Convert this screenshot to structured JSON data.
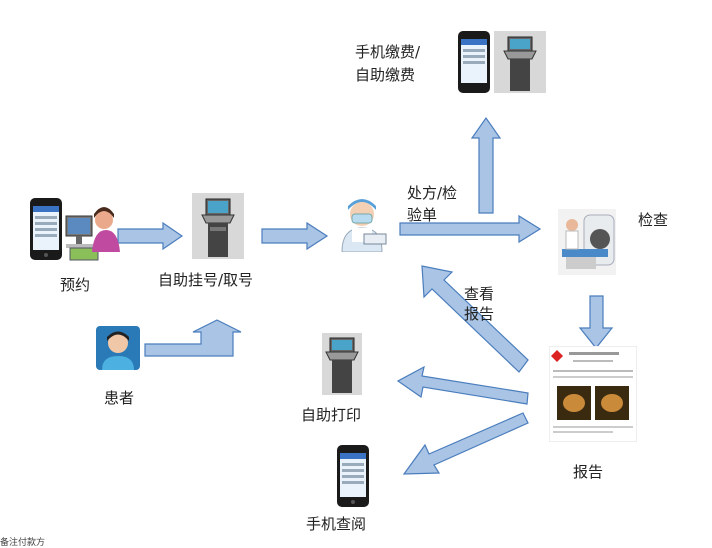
{
  "title": "",
  "nodes": {
    "appointment": {
      "label": "预约",
      "icon": "phone-and-user-at-computer"
    },
    "kiosk_register": {
      "label": "自助挂号/取号",
      "icon": "self-service-kiosk"
    },
    "doctor": {
      "label": "",
      "icon": "doctor"
    },
    "mobile_payment": {
      "label_line1": "手机缴费/",
      "label_line2": "自助缴费",
      "icon": "phone-and-kiosk"
    },
    "examination": {
      "label": "检查",
      "icon": "mri-scanner"
    },
    "report": {
      "label": "报告",
      "icon": "report-document"
    },
    "patient": {
      "label": "患者",
      "icon": "patient-avatar"
    },
    "self_print": {
      "label": "自助打印",
      "icon": "self-service-kiosk"
    },
    "mobile_view": {
      "label": "手机查阅",
      "icon": "phone"
    }
  },
  "edges": {
    "prescription_label_line1": "处方/检",
    "prescription_label_line2": "验单",
    "view_report_label_line1": "查看",
    "view_report_label_line2": "报告"
  },
  "colors": {
    "arrow_fill": "#a9c4e4",
    "arrow_stroke": "#4a7dbd",
    "text": "#222222"
  },
  "footnote": "备注付款方"
}
